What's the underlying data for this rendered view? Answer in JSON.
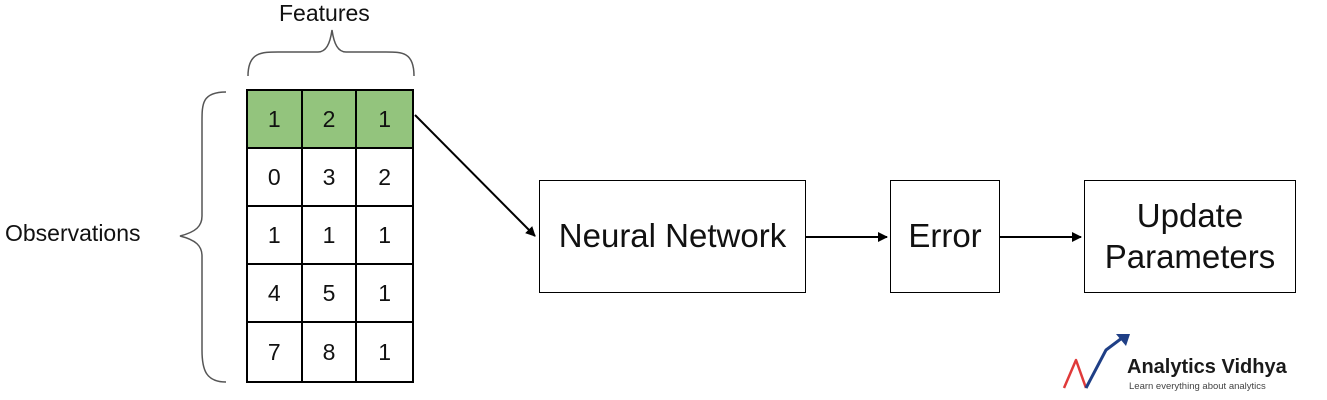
{
  "labels": {
    "features": "Features",
    "observations": "Observations"
  },
  "matrix": {
    "rows": [
      [
        "1",
        "2",
        "1"
      ],
      [
        "0",
        "3",
        "2"
      ],
      [
        "1",
        "1",
        "1"
      ],
      [
        "4",
        "5",
        "1"
      ],
      [
        "7",
        "8",
        "1"
      ]
    ],
    "highlighted_row": 0,
    "highlight_color": "#93c47d"
  },
  "boxes": {
    "neural_network": "Neural Network",
    "error": "Error",
    "update_line1": "Update",
    "update_line2": "Parameters"
  },
  "logo": {
    "title": "Analytics Vidhya",
    "tagline": "Learn everything about analytics",
    "colors": {
      "red": "#e03a3a",
      "blue": "#1f3f86"
    }
  }
}
